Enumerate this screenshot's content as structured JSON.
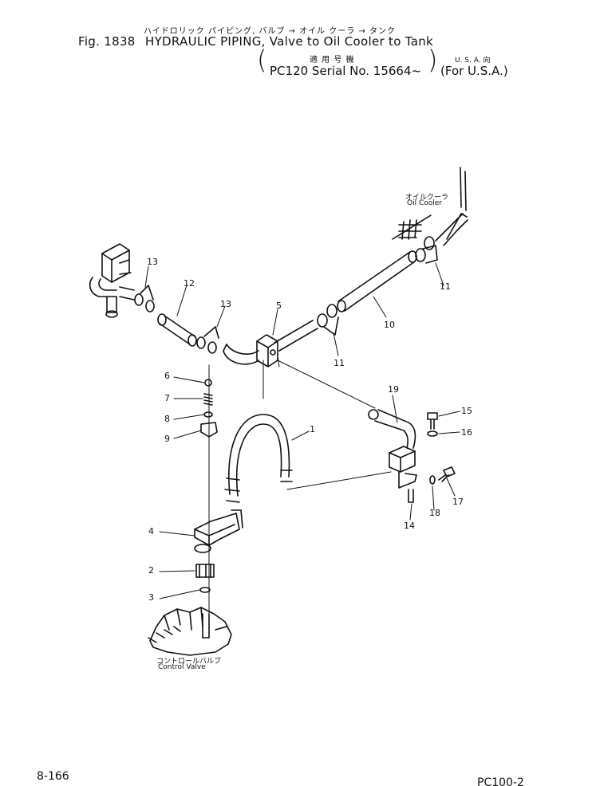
{
  "header": {
    "japanese_title": "ハイドロリック パイピング, バルブ → オイル クーラ → タンク",
    "fig_label": "Fig. 1838",
    "title": "HYDRAULIC PIPING, Valve to Oil Cooler to Tank",
    "serial_jp": "適 用 号 機",
    "serial": "PC120 Serial No. 15664~",
    "region_jp": "U. S. A. 向",
    "region": "(For U.S.A.)"
  },
  "labels": {
    "oil_cooler_jp": "オイルクーラ",
    "oil_cooler": "Oil Cooler",
    "control_valve_jp": "コントロールバルブ",
    "control_valve": "Control Valve"
  },
  "callouts": [
    "1",
    "2",
    "3",
    "4",
    "5",
    "6",
    "7",
    "8",
    "9",
    "10",
    "11",
    "11",
    "12",
    "13",
    "13",
    "14",
    "15",
    "16",
    "17",
    "18",
    "19"
  ],
  "footer": {
    "page_number": "8-166",
    "model_code": "PC100-2"
  }
}
